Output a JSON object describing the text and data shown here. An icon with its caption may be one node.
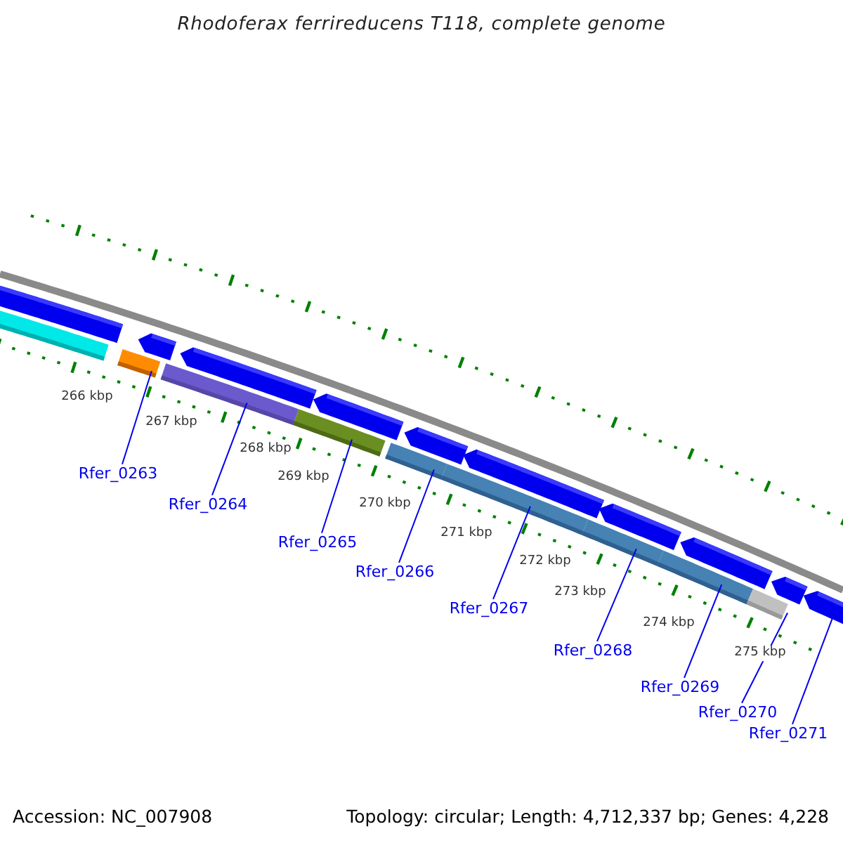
{
  "diagram": {
    "title": "Rhodoferax ferrireducens T118, complete genome",
    "nodes": [
      {
        "text": [
          "Rfer_0263"
        ]
      },
      {
        "text": [
          "Rfer_0264"
        ]
      },
      {
        "text": [
          "Rfer_0265"
        ]
      },
      {
        "text": [
          "Rfer_0266"
        ]
      },
      {
        "text": [
          "Rfer_0267"
        ]
      },
      {
        "text": [
          "Rfer_0268"
        ]
      },
      {
        "text": [
          "Rfer_0269"
        ]
      },
      {
        "text": [
          "Rfer_0270"
        ]
      },
      {
        "text": [
          "Rfer_0271"
        ]
      },
      {
        "text": [],
        "shape": "bar"
      },
      {
        "text": [],
        "shape": "pentagon"
      },
      {
        "text": [],
        "shape": "pentagon"
      },
      {
        "text": [],
        "shape": "pentagon"
      },
      {
        "text": [],
        "shape": "pentagon"
      },
      {
        "text": [],
        "shape": "pentagon"
      },
      {
        "text": [],
        "shape": "pentagon"
      },
      {
        "text": [],
        "shape": "pentagon"
      },
      {
        "text": [],
        "shape": "pentagon"
      },
      {
        "text": [],
        "shape": "pentagon"
      },
      {
        "text": [],
        "shape": "bar"
      },
      {
        "text": [],
        "shape": "bar"
      },
      {
        "text": [],
        "shape": "bar"
      },
      {
        "text": [],
        "shape": "bar"
      },
      {
        "text": [],
        "shape": "bar"
      },
      {
        "text": [],
        "shape": "bar"
      },
      {
        "text": [],
        "shape": "bar"
      },
      {
        "text": [],
        "shape": "bar"
      },
      {
        "text": [],
        "shape": "bar"
      }
    ],
    "edges": [
      {
        "from": 0,
        "to": 20,
        "arrow": "none"
      },
      {
        "from": 1,
        "to": 21,
        "arrow": "none"
      },
      {
        "from": 2,
        "to": 22,
        "arrow": "none"
      },
      {
        "from": 3,
        "to": 23,
        "arrow": "none"
      },
      {
        "from": 4,
        "to": 24,
        "arrow": "none"
      },
      {
        "from": 5,
        "to": 25,
        "arrow": "none"
      },
      {
        "from": 6,
        "to": 26,
        "arrow": "none"
      },
      {
        "from": 7,
        "to": 27,
        "arrow": "none"
      },
      {
        "from": 8,
        "to": 18,
        "arrow": "none"
      }
    ],
    "labels": [
      "266 kbp",
      "267 kbp",
      "268 kbp",
      "269 kbp",
      "270 kbp",
      "271 kbp",
      "272 kbp",
      "273 kbp",
      "274 kbp",
      "275 kbp",
      "Accession: NC_007908",
      "Topology: circular; Length: 4,712,337 bp; Genes: 4,228"
    ]
  }
}
